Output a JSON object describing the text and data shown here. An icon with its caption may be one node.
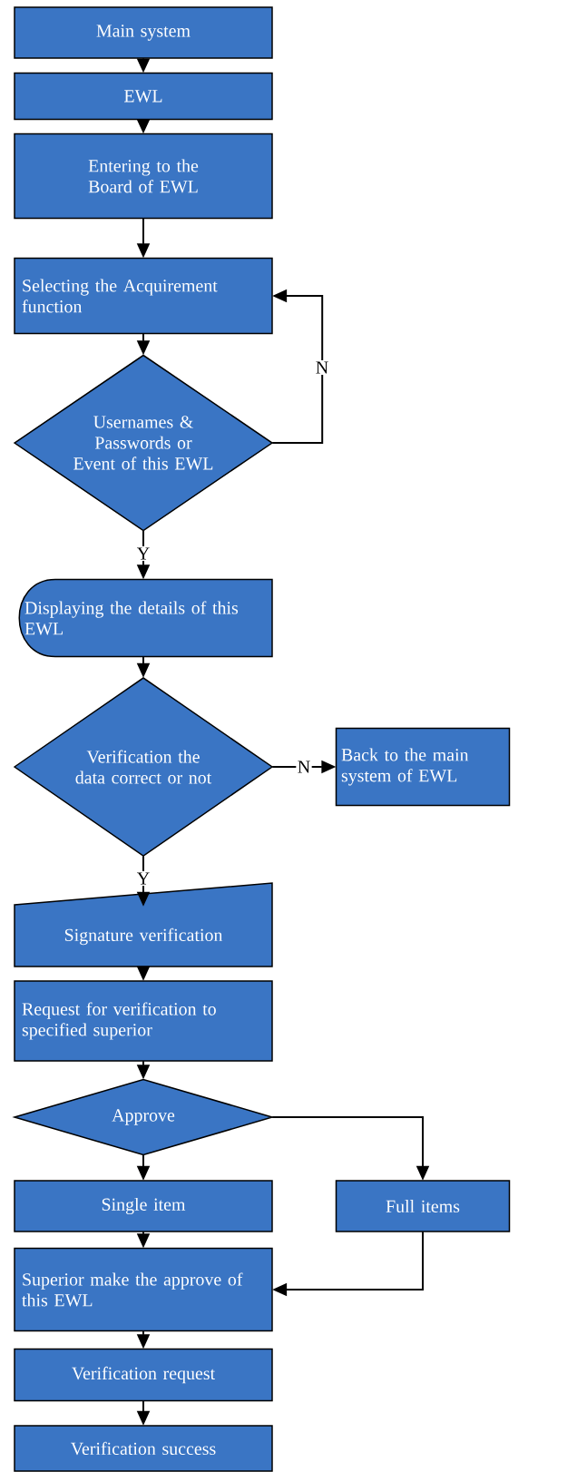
{
  "diagram": {
    "nodes": [
      {
        "text": [
          "Main system"
        ]
      },
      {
        "text": [
          "EWL"
        ]
      },
      {
        "text": [
          "Entering to the Board of EWL"
        ]
      },
      {
        "text": [
          "Selecting the Acquirement function"
        ]
      },
      {
        "text": [
          "Usernames & Passwords or Event of this EWL"
        ]
      },
      {
        "text": [
          "Displaying the details of this EWL"
        ]
      },
      {
        "text": [
          "Verification the data correct or not"
        ]
      },
      {
        "text": [
          "Back to the main system of EWL"
        ]
      },
      {
        "text": [
          "Signature verification"
        ]
      },
      {
        "text": [
          "Request for verification to specified superior"
        ]
      },
      {
        "text": [
          "Approve"
        ]
      },
      {
        "text": [
          "Single item"
        ]
      },
      {
        "text": [
          "Full items"
        ]
      },
      {
        "text": [
          "Superior make the approve of this EWL"
        ]
      },
      {
        "text": [
          "Verification request"
        ]
      },
      {
        "text": [
          "Verification success"
        ]
      }
    ],
    "edges": [
      {
        "from": 0,
        "to": 1,
        "arrow": "to"
      },
      {
        "from": 1,
        "to": 2,
        "arrow": "to"
      },
      {
        "from": 2,
        "to": 3,
        "arrow": "to"
      },
      {
        "from": 3,
        "to": 4,
        "arrow": "to"
      },
      {
        "from": 4,
        "to": 3,
        "arrow": "to",
        "label": "N"
      },
      {
        "from": 4,
        "to": 5,
        "arrow": "to",
        "label": "Y"
      },
      {
        "from": 5,
        "to": 6,
        "arrow": "to"
      },
      {
        "from": 6,
        "to": 7,
        "arrow": "to",
        "label": "N"
      },
      {
        "from": 6,
        "to": 8,
        "arrow": "to",
        "label": "Y"
      },
      {
        "from": 8,
        "to": 9,
        "arrow": "to"
      },
      {
        "from": 9,
        "to": 10,
        "arrow": "to"
      },
      {
        "from": 10,
        "to": 11,
        "arrow": "to"
      },
      {
        "from": 10,
        "to": 12,
        "arrow": "to"
      },
      {
        "from": 12,
        "to": 13,
        "arrow": "to"
      },
      {
        "from": 11,
        "to": 13,
        "arrow": "to"
      },
      {
        "from": 13,
        "to": 14,
        "arrow": "to"
      },
      {
        "from": 14,
        "to": 15,
        "arrow": "to"
      }
    ]
  }
}
